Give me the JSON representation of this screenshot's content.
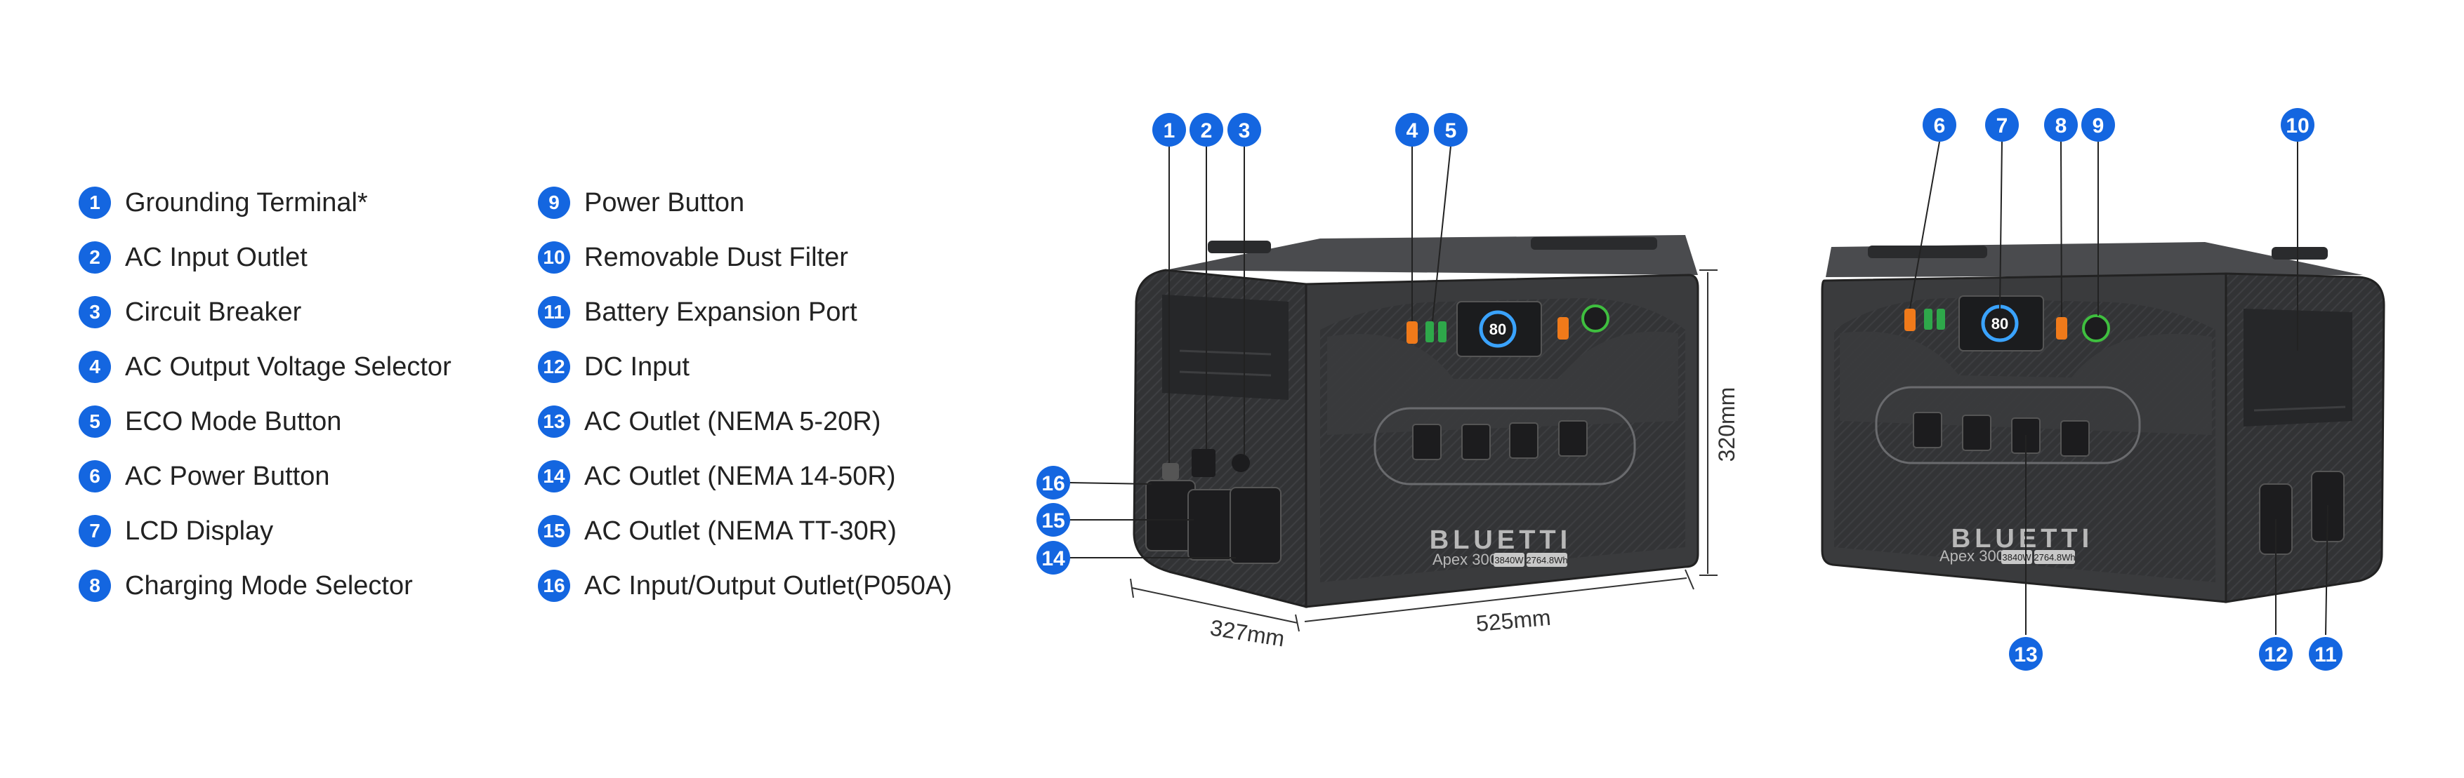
{
  "legend": [
    {
      "number": "1",
      "label": "Grounding Terminal*"
    },
    {
      "number": "2",
      "label": "AC Input Outlet"
    },
    {
      "number": "3",
      "label": "Circuit Breaker"
    },
    {
      "number": "4",
      "label": "AC Output Voltage Selector"
    },
    {
      "number": "5",
      "label": "ECO Mode Button"
    },
    {
      "number": "6",
      "label": "AC Power Button"
    },
    {
      "number": "7",
      "label": "LCD Display"
    },
    {
      "number": "8",
      "label": "Charging Mode Selector"
    },
    {
      "number": "9",
      "label": "Power Button"
    },
    {
      "number": "10",
      "label": "Removable Dust Filter"
    },
    {
      "number": "11",
      "label": "Battery Expansion Port"
    },
    {
      "number": "12",
      "label": "DC Input"
    },
    {
      "number": "13",
      "label": "AC Outlet (NEMA 5-20R)"
    },
    {
      "number": "14",
      "label": "AC Outlet (NEMA 14-50R)"
    },
    {
      "number": "15",
      "label": "AC Outlet (NEMA TT-30R)"
    },
    {
      "number": "16",
      "label": "AC Input/Output Outlet(P050A)"
    }
  ],
  "dimensions": {
    "height": "320mm",
    "depth": "327mm",
    "width": "525mm"
  },
  "product": {
    "brand": "BLUETTI",
    "model": "Apex 300",
    "power_tag": "3840W",
    "capacity_tag": "2764.8Wh",
    "lcd_value": "80"
  },
  "colors": {
    "badge": "#1466e0",
    "body": "#3a3b3d",
    "panel": "#2b2c2e",
    "accent": "#f07a1a",
    "power": "#3fbf3f"
  }
}
